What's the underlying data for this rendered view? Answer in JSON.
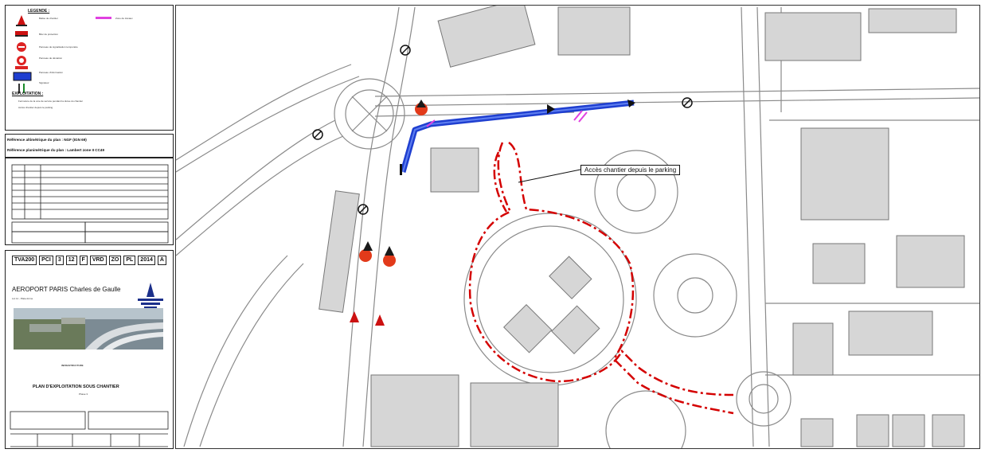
{
  "legend": {
    "title": "LEGENDE :",
    "items": [
      {
        "icon": "cone-icon",
        "label": "Balise de chantier",
        "color": "#cc1111"
      },
      {
        "icon": "barrier-icon",
        "label": "Bloc de protection",
        "color": "#cc1111"
      },
      {
        "icon": "no-entry-icon",
        "label": "Panneau de signalisation temporaire",
        "color": "#dd2222"
      },
      {
        "icon": "detour-sign-icon",
        "label": "Panneau de déviation",
        "color": "#dd2222"
      },
      {
        "icon": "info-panel-icon",
        "label": "Panneau d'information",
        "color": "#1f3fd0"
      },
      {
        "icon": "flagman-icon",
        "label": "Signaleur",
        "color": "#222222"
      }
    ],
    "pink_item": {
      "icon": "hatch-icon",
      "label": "Zone de travaux",
      "color": "#e040e0"
    }
  },
  "exploitation": {
    "title": "EXPLOITATION :",
    "lines": [
      "Fermeture de la voie de service pendant la durée du chantier",
      "Accès chantier depuis le parking"
    ]
  },
  "references": {
    "altimetric": "Référence altimétrique du plan : NGF (IGN 69)",
    "planimetric": "Référence planimétrique du plan : Lambert zone II CC49"
  },
  "cartouche": {
    "codes": [
      "TVA200",
      "PCI",
      "3",
      "12",
      "F",
      "VRD",
      "ZO",
      "PL",
      "2014",
      "A"
    ],
    "airport": "AEROPORT PARIS Charles de Gaulle",
    "zone": "Lot 11 - Plate-forme",
    "plan_title": "PLAN D'EXPLOITATION SOUS CHANTIER",
    "phase": "Phase 3"
  },
  "map": {
    "callout": "Accès chantier depuis le parking",
    "colors": {
      "worksite_route": "#d40000",
      "closed_road": "#2a4fd8",
      "base": "#8a8a8a"
    }
  }
}
